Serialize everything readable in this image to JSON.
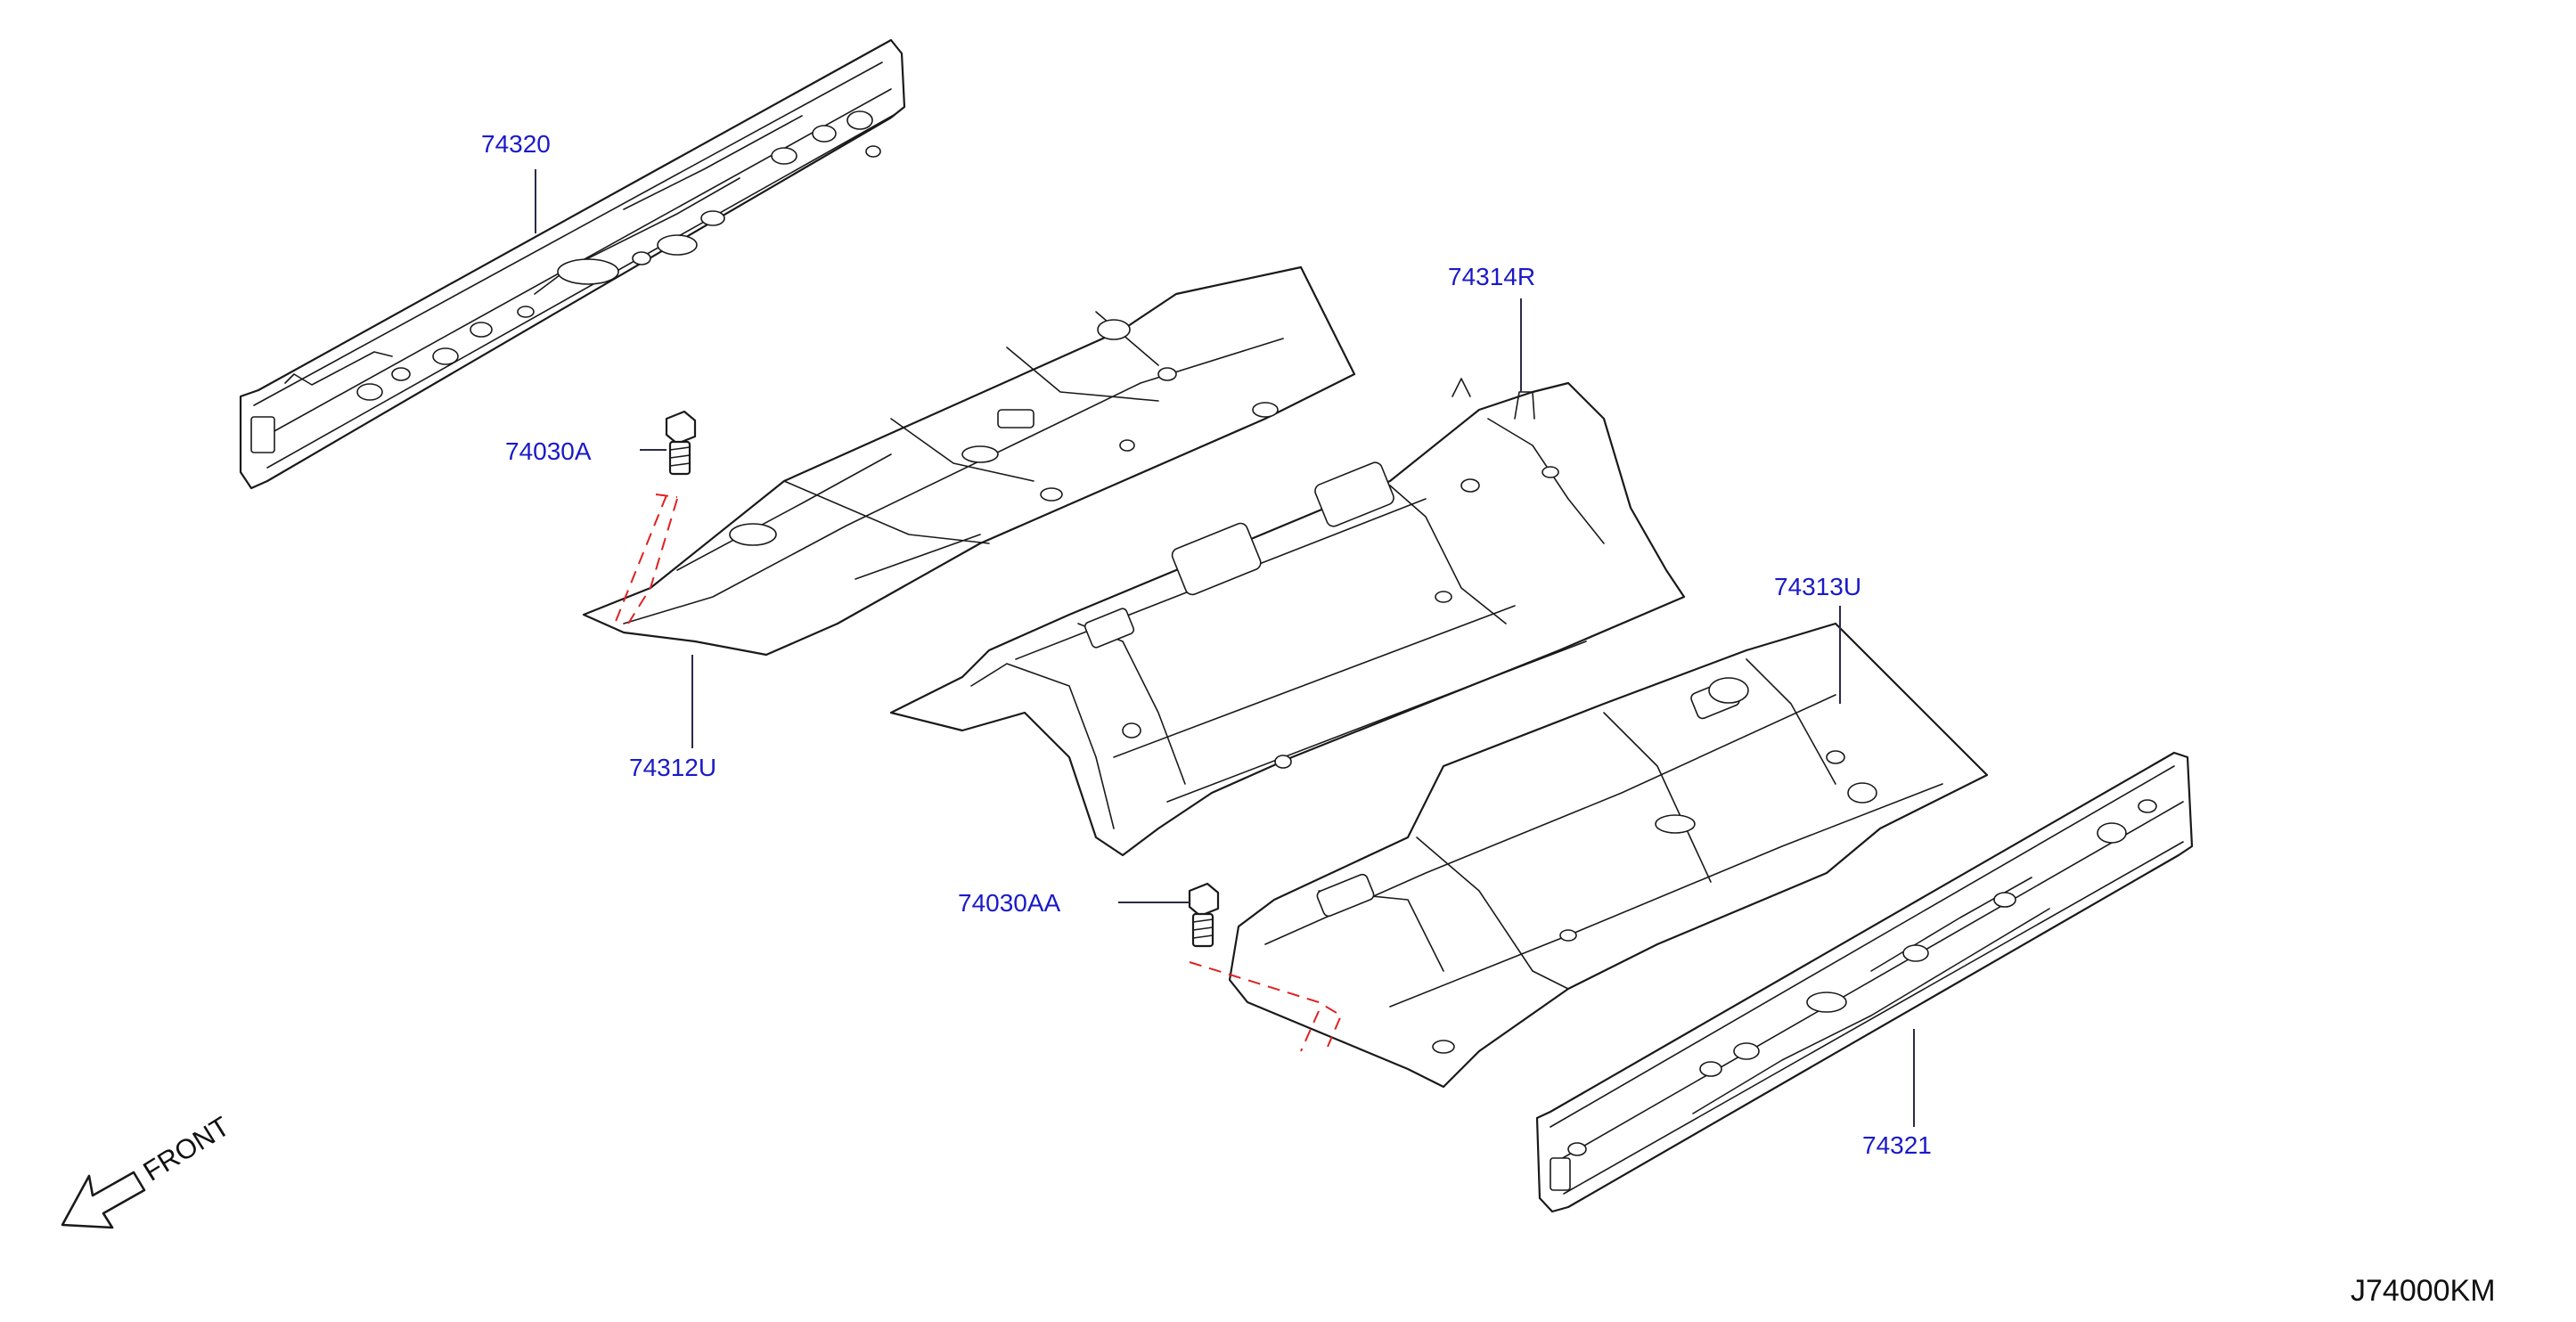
{
  "callouts": {
    "p74320": "74320",
    "p74314r": "74314R",
    "p74030a": "74030A",
    "p74313u": "74313U",
    "p74312u": "74312U",
    "p74030aa": "74030AA",
    "p74321": "74321"
  },
  "front_label": "FRONT",
  "diagram_code": "J74000KM",
  "colors": {
    "callout_text": "#1a1ac8",
    "line_art": "#1a1a1a",
    "dashed_guide": "#e02020",
    "background": "#ffffff"
  },
  "icons": {
    "front_arrow": "front-arrow-icon"
  }
}
